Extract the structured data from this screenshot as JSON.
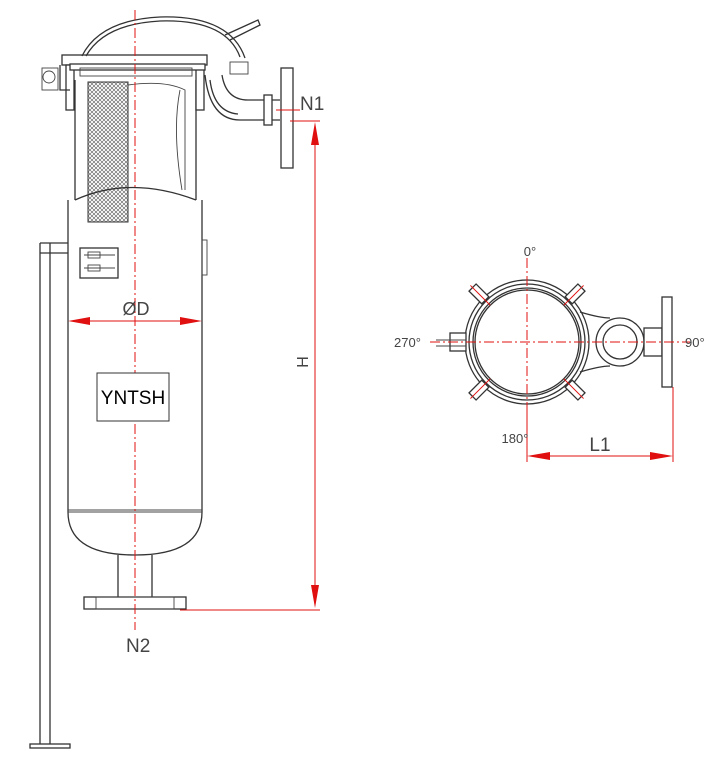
{
  "labels": {
    "nozzle_inlet": "N1",
    "nozzle_outlet": "N2",
    "diameter": "ØD",
    "height": "H",
    "offset": "L1",
    "angle_0": "0°",
    "angle_90": "90°",
    "angle_180": "180°",
    "angle_270": "270°"
  },
  "nameplate": {
    "text": "YNTSH"
  },
  "colors": {
    "line": "#333333",
    "dimension": "#e01010",
    "background": "#ffffff"
  }
}
